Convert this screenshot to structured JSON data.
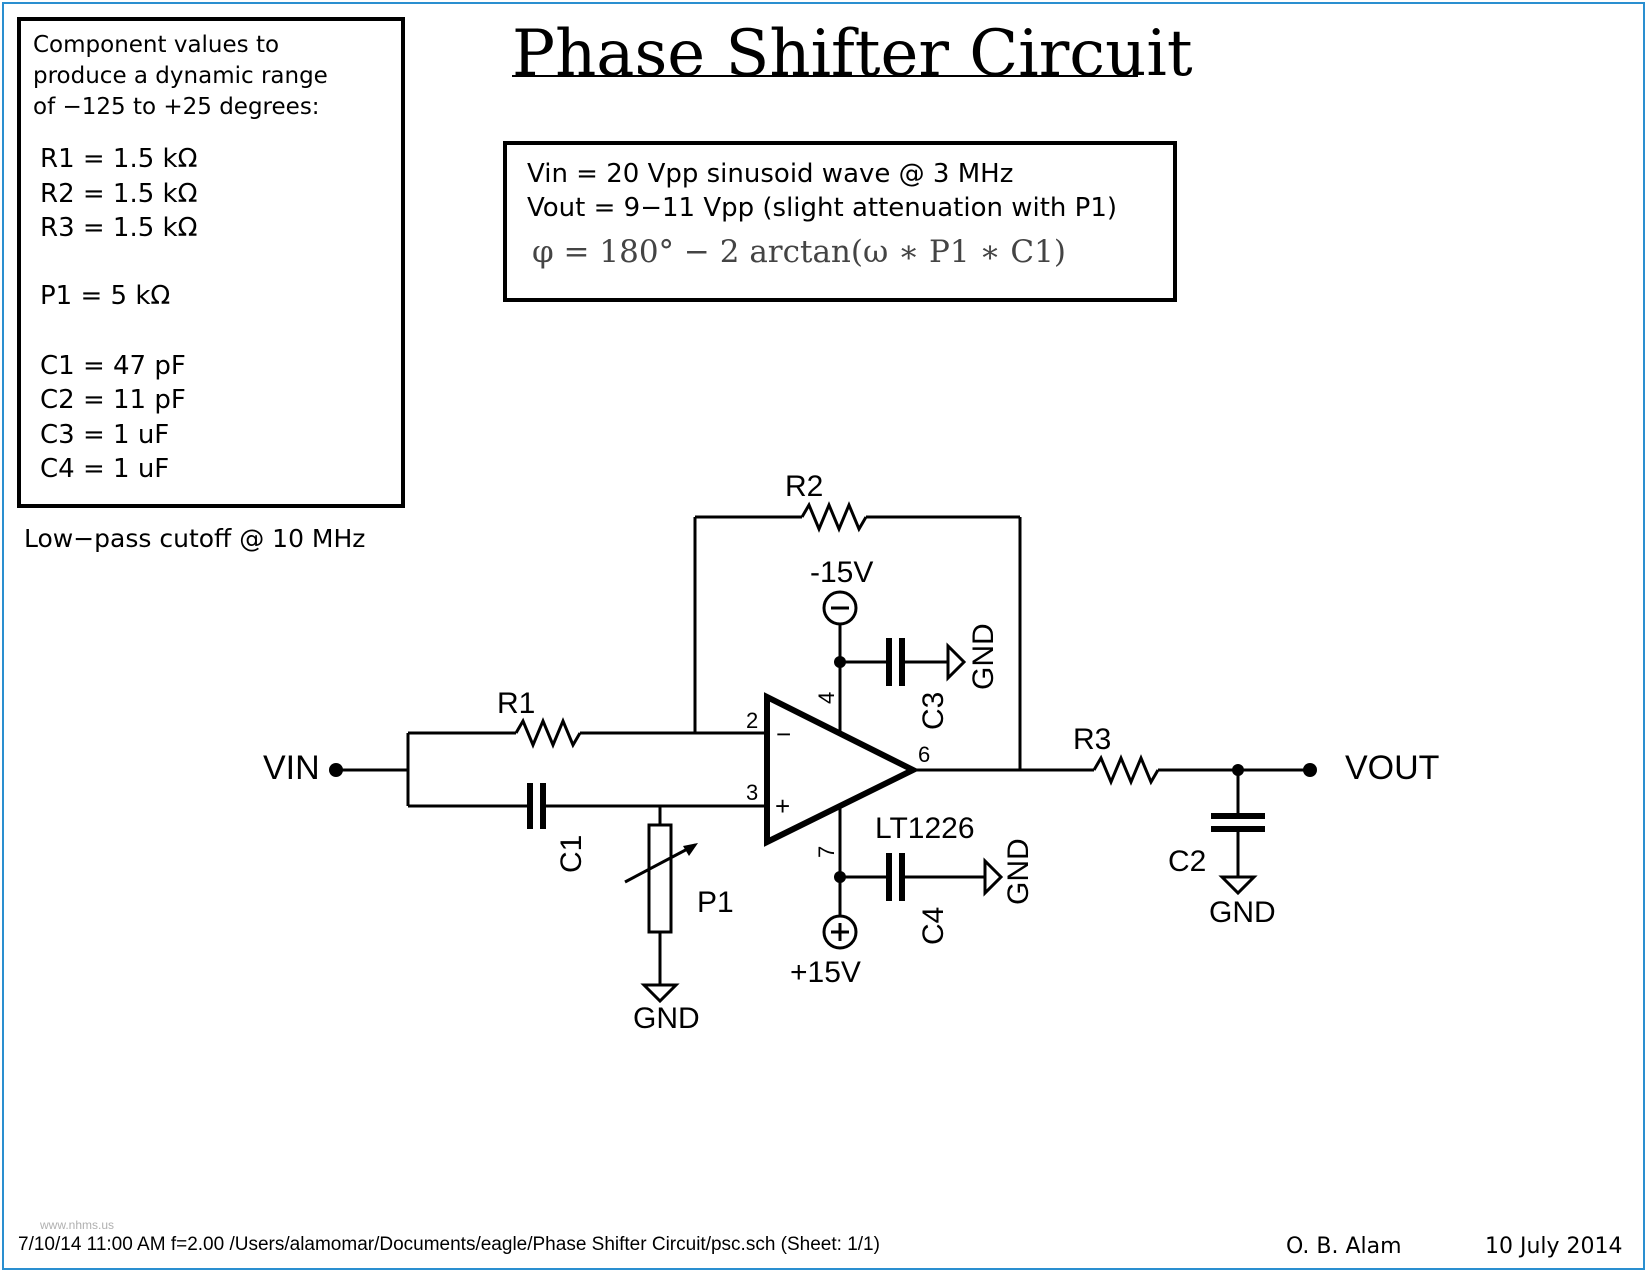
{
  "title": "Phase Shifter Circuit",
  "components_box": {
    "heading": [
      "Component values to",
      "produce a dynamic range",
      "of −125 to +25 degrees:"
    ],
    "values": [
      "R1 = 1.5 kΩ",
      "R2 = 1.5 kΩ",
      "R3 = 1.5 kΩ",
      "P1 = 5 kΩ",
      "C1 = 47 pF",
      "C2 = 11 pF",
      "C3 = 1 uF",
      "C4 = 1 uF"
    ]
  },
  "lowpass_note": "Low−pass cutoff @ 10 MHz",
  "spec_box": {
    "vin": "Vin = 20 Vpp sinusoid wave @ 3 MHz",
    "vout": "Vout = 9−11 Vpp (slight attenuation with P1)",
    "formula": "φ = 180° − 2 arctan(ω ∗ P1 ∗ C1)"
  },
  "schematic": {
    "vin": "VIN",
    "vout": "VOUT",
    "r1": "R1",
    "r2": "R2",
    "r3": "R3",
    "c1": "C1",
    "c2": "C2",
    "c3": "C3",
    "c4": "C4",
    "p1": "P1",
    "opamp": "LT1226",
    "neg_supply": "-15V",
    "pos_supply": "+15V",
    "gnd": "GND",
    "pin2": "2",
    "pin3": "3",
    "pin4": "4",
    "pin6": "6",
    "pin7": "7",
    "minus": "−",
    "plus": "+"
  },
  "footer": {
    "watermark": "www.nhms.us",
    "path": "7/10/14 11:00 AM  f=2.00  /Users/alamomar/Documents/eagle/Phase Shifter Circuit/psc.sch (Sheet: 1/1)",
    "author": "O. B. Alam",
    "date": "10 July 2014"
  }
}
